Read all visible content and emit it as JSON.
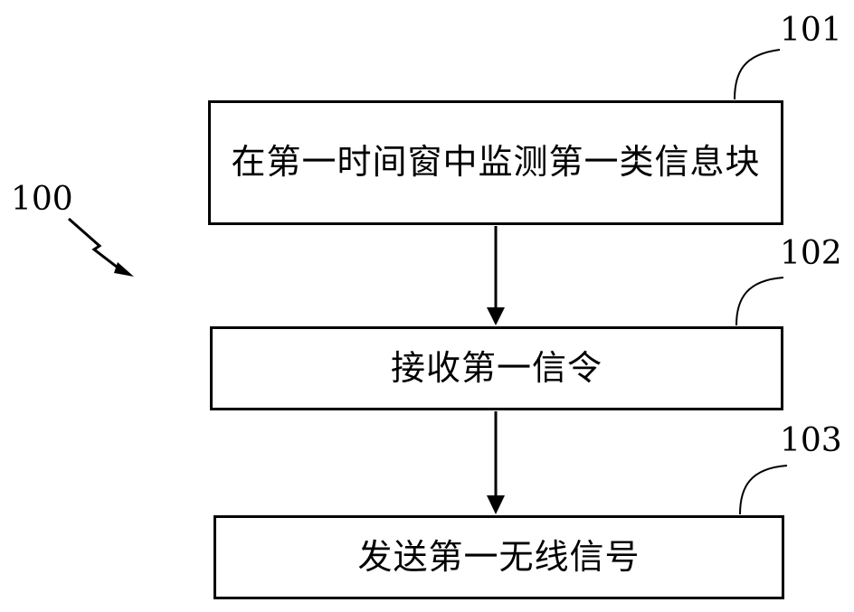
{
  "diagram": {
    "figure_label": "100",
    "steps": [
      {
        "ref": "101",
        "text": "在第一时间窗中监测第一类信息块"
      },
      {
        "ref": "102",
        "text": "接收第一信令"
      },
      {
        "ref": "103",
        "text": "发送第一无线信号"
      }
    ],
    "colors": {
      "stroke": "#000000",
      "background": "#ffffff"
    }
  }
}
